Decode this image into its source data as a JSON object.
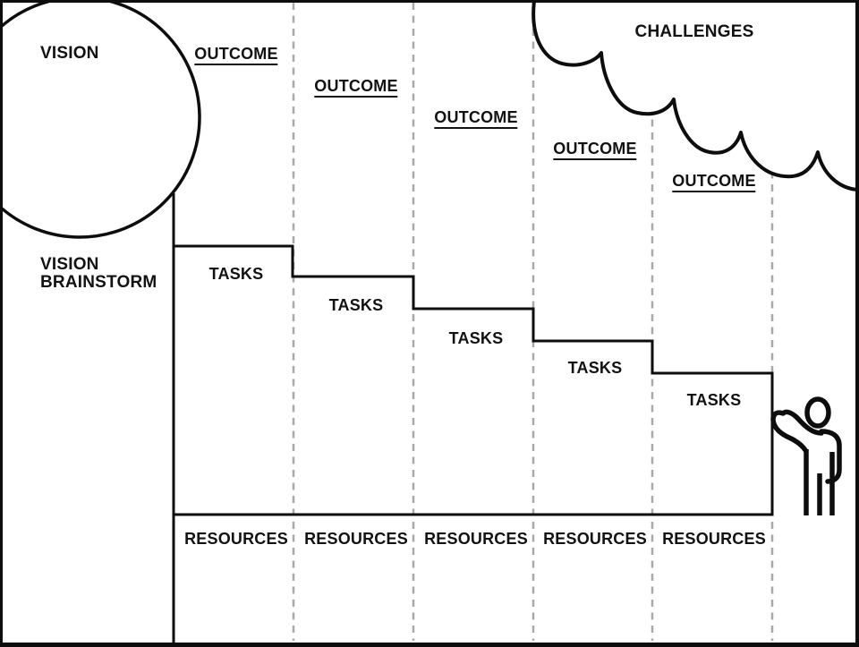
{
  "diagram": {
    "title": "vision-brainstorm-planning-canvas",
    "labels": {
      "vision": "VISION",
      "vision_brainstorm": "VISION BRAINSTORM",
      "challenges": "CHALLENGES"
    },
    "columns": [
      {
        "outcome": "OUTCOME",
        "task": "TASKS",
        "resource": "RESOURCES"
      },
      {
        "outcome": "OUTCOME",
        "task": "TASKS",
        "resource": "RESOURCES"
      },
      {
        "outcome": "OUTCOME",
        "task": "TASKS",
        "resource": "RESOURCES"
      },
      {
        "outcome": "OUTCOME",
        "task": "TASKS",
        "resource": "RESOURCES"
      },
      {
        "outcome": "OUTCOME",
        "task": "TASKS",
        "resource": "RESOURCES"
      }
    ],
    "icons": {
      "person": "waving-person-icon",
      "cloud": "challenges-cloud",
      "circle": "vision-circle"
    },
    "colors": {
      "ink": "#0d0d0d",
      "divider_dash": "#a9a9a9",
      "background": "#ffffff"
    }
  }
}
